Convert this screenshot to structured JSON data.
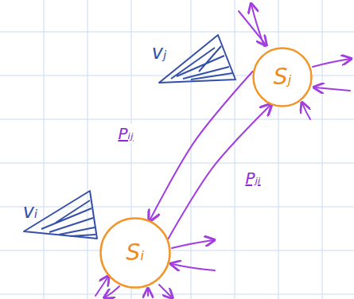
{
  "diagram": {
    "nodes": [
      {
        "text": [
          "Sⱼ"
        ]
      },
      {
        "text": [
          "Sᵢ"
        ]
      }
    ],
    "edges": [
      {
        "from": 0,
        "to": 1,
        "arrow": "to",
        "label": "Pᵢⱼ"
      },
      {
        "from": 1,
        "to": 0,
        "arrow": "to",
        "label": "Pⱼᵢ"
      }
    ],
    "labels": [
      "vⱼ",
      "vᵢ"
    ]
  }
}
